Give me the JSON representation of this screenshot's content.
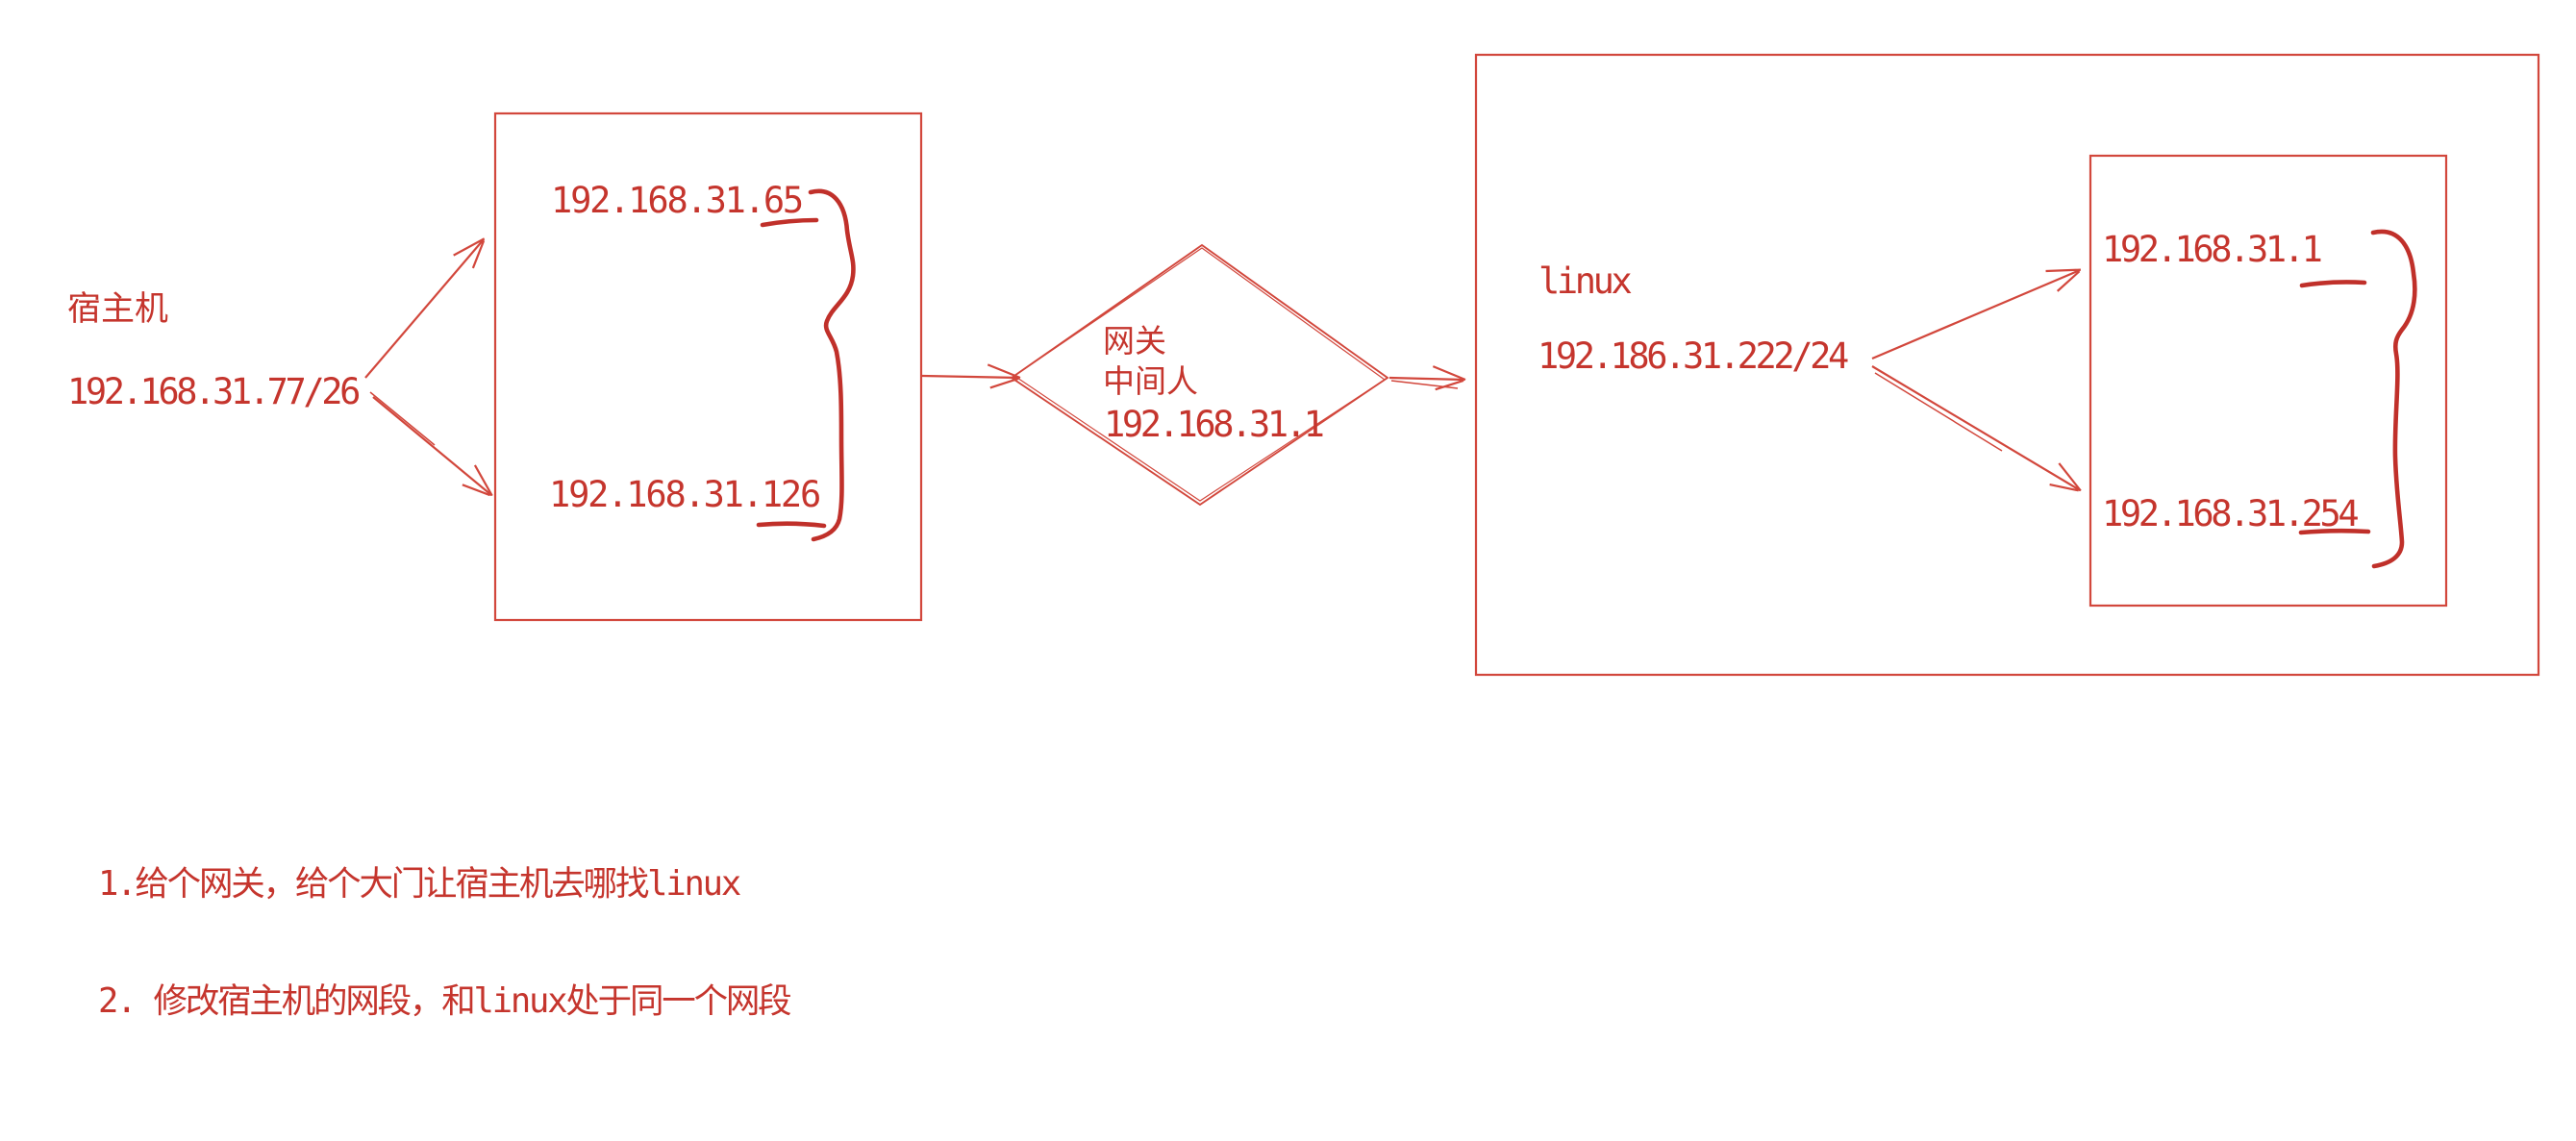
{
  "colors": {
    "stroke": "#d2473c",
    "text": "#c5352d",
    "accent": "#c0302a"
  },
  "host": {
    "label": "宿主机",
    "ip": "192.168.31.77/26"
  },
  "subnet_box": {
    "ip_top": "192.168.31.65",
    "ip_bottom": "192.168.31.126"
  },
  "gateway": {
    "line1": "网关",
    "line2": "中间人",
    "line3": "192.168.31.1"
  },
  "linux_box": {
    "label": "linux",
    "ip": "192.186.31.222/24",
    "ip_top": "192.168.31.1",
    "ip_bottom": "192.168.31.254"
  },
  "notes": {
    "note1": "1.给个网关，给个大门让宿主机去哪找linux",
    "note2": "2. 修改宿主机的网段，和linux处于同一个网段"
  }
}
